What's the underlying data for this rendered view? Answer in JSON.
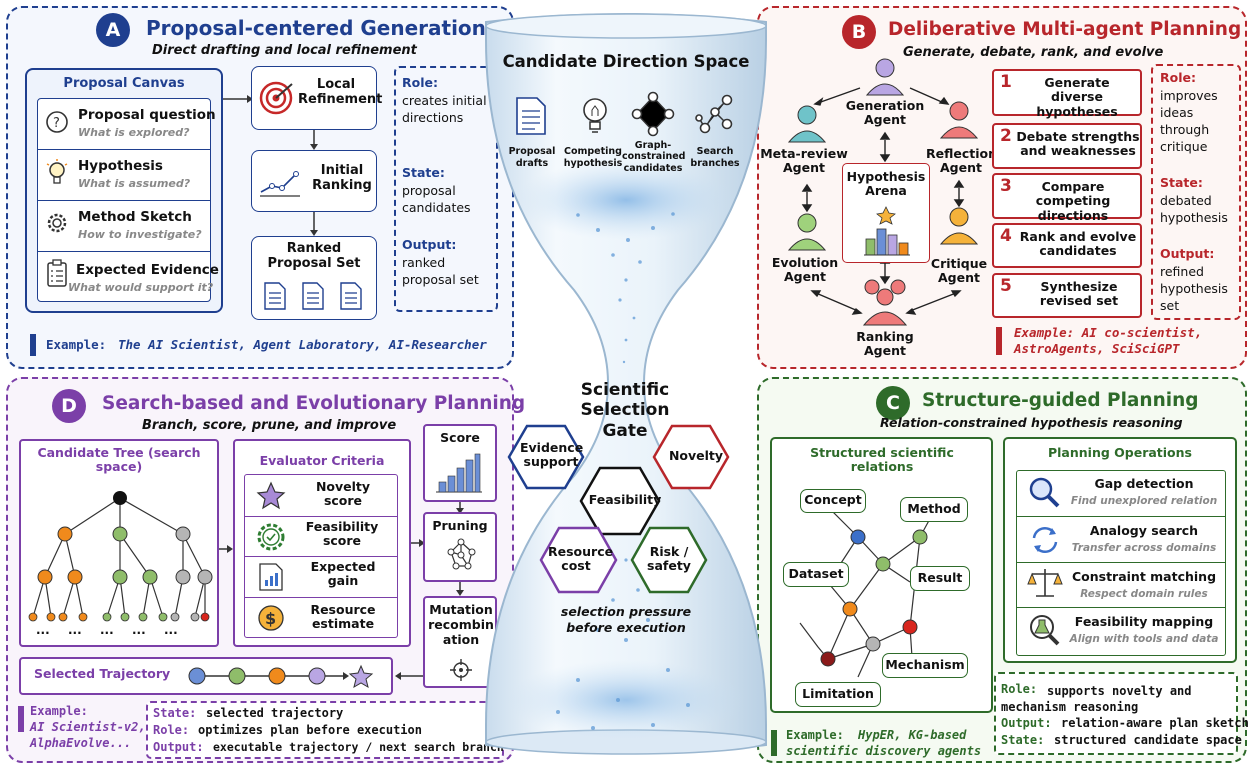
{
  "center": {
    "title": "Candidate Direction Space",
    "icons": [
      {
        "label": "Proposal drafts"
      },
      {
        "label": "Competing hypothesis"
      },
      {
        "label": "Graph-constrained candidates"
      },
      {
        "label": "Search branches"
      }
    ],
    "gate_title": "Scientific Selection Gate",
    "hexes": {
      "evidence": "Evidence support",
      "novelty": "Novelty",
      "feasibility": "Feasibility",
      "resource": "Resource cost",
      "risk": "Risk / safety"
    },
    "pressure": "selection pressure before execution"
  },
  "A": {
    "badge": "A",
    "title": "Proposal-centered Generation",
    "subtitle": "Direct drafting and local refinement",
    "canvas_title": "Proposal Canvas",
    "items": [
      {
        "title": "Proposal question",
        "sub": "What is explored?"
      },
      {
        "title": "Hypothesis",
        "sub": "What is assumed?"
      },
      {
        "title": "Method Sketch",
        "sub": "How to investigate?"
      },
      {
        "title": "Expected Evidence",
        "sub": "What would support it?"
      }
    ],
    "steps": {
      "local": "Local Refinement",
      "initial": "Initial Ranking",
      "ranked": "Ranked Proposal Set"
    },
    "role_label": "Role:",
    "role": "creates initial directions",
    "state_label": "State:",
    "state": "proposal candidates",
    "output_label": "Output:",
    "output": "ranked proposal set",
    "example_label": "Example:",
    "example": "The AI Scientist, Agent Laboratory, AI-Researcher"
  },
  "B": {
    "badge": "B",
    "title": "Deliberative Multi-agent Planning",
    "subtitle": "Generate, debate, rank, and evolve",
    "agents": {
      "generation": "Generation Agent",
      "reflection": "Reflection Agent",
      "critique": "Critique Agent",
      "ranking": "Ranking Agent",
      "evolution": "Evolution Agent",
      "meta": "Meta-review Agent"
    },
    "arena": "Hypothesis Arena",
    "steps": [
      {
        "num": "1",
        "text": "Generate diverse hypotheses"
      },
      {
        "num": "2",
        "text": "Debate strengths and weaknesses"
      },
      {
        "num": "3",
        "text": "Compare competing directions"
      },
      {
        "num": "4",
        "text": "Rank and evolve candidates"
      },
      {
        "num": "5",
        "text": "Synthesize revised set"
      }
    ],
    "role_label": "Role:",
    "role": "improves ideas through critique",
    "state_label": "State:",
    "state": "debated hypothesis",
    "output_label": "Output:",
    "output": "refined hypothesis set",
    "example": "Example: AI co-scientist, AstroAgents, SciSciGPT"
  },
  "C": {
    "badge": "C",
    "title": "Structure-guided Planning",
    "subtitle": "Relation-constrained hypothesis reasoning",
    "graph_title": "Structured scientific relations",
    "nodes": {
      "concept": "Concept",
      "method": "Method",
      "dataset": "Dataset",
      "result": "Result",
      "mechanism": "Mechanism",
      "limitation": "Limitation"
    },
    "ops_title": "Planning Operations",
    "ops": [
      {
        "title": "Gap detection",
        "sub": "Find unexplored relation"
      },
      {
        "title": "Analogy search",
        "sub": "Transfer across domains"
      },
      {
        "title": "Constraint matching",
        "sub": "Respect domain rules"
      },
      {
        "title": "Feasibility mapping",
        "sub": "Align with tools and data"
      }
    ],
    "role_label": "Role:",
    "role": "supports novelty and mechanism reasoning",
    "output_label": "Output:",
    "output": "relation-aware plan sketch",
    "state_label": "State:",
    "state": "structured candidate space",
    "example_label": "Example:",
    "example_a": "HypER, KG-based",
    "example_b": "scientific discovery agents"
  },
  "D": {
    "badge": "D",
    "title": "Search-based and Evolutionary Planning",
    "subtitle": "Branch, score, prune, and improve",
    "tree_title": "Candidate Tree (search space)",
    "eval_title": "Evaluator Criteria",
    "criteria": [
      {
        "text": "Novelty score"
      },
      {
        "text": "Feasibility score"
      },
      {
        "text": "Expected gain"
      },
      {
        "text": "Resource estimate"
      }
    ],
    "score": "Score",
    "pruning": "Pruning",
    "mutation": "Mutation recombin ation",
    "trajectory": "Selected Trajectory",
    "example_label": "Example:",
    "example_a": "AI Scientist-v2,",
    "example_b": "AlphaEvolve...",
    "state_label": "State:",
    "state": "selected trajectory",
    "role_label": "Role:",
    "role": "optimizes plan before execution",
    "output_label": "Output:",
    "output": "executable trajectory / next search branch",
    "ellipsis": "..."
  },
  "colors": {
    "A": "#1f3f8f",
    "B": "#b8262b",
    "C": "#2e6b2a",
    "D": "#7b3fa8",
    "orange": "#f08a1c",
    "green_node": "#8fbd6a",
    "gray_node": "#b5b5b5",
    "red_node": "#d8261e",
    "blue_node": "#3b6fc9"
  }
}
